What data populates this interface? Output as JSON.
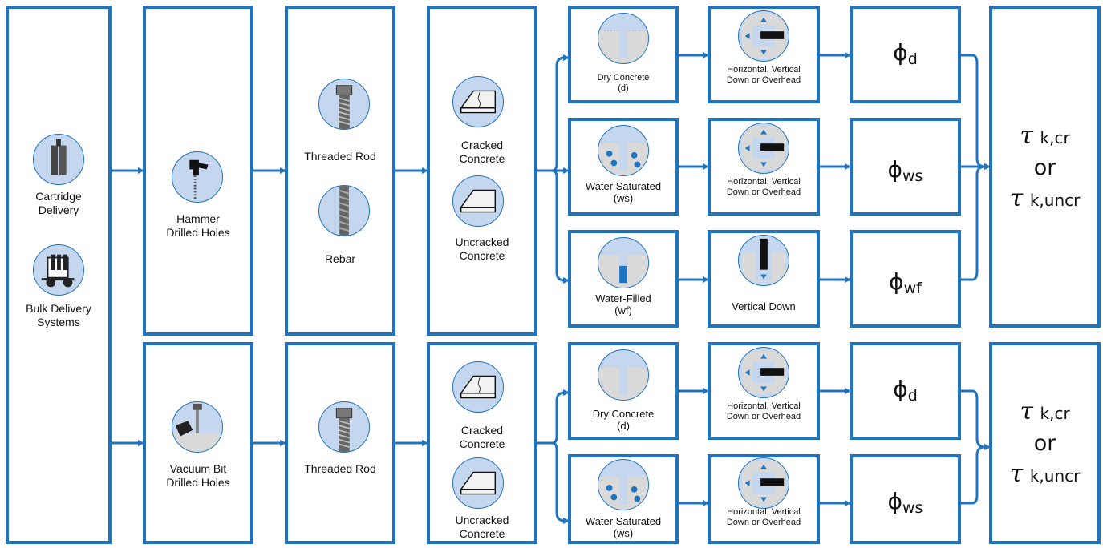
{
  "col1": {
    "cartridge": "Cartridge Delivery",
    "bulk": "Bulk Delivery Systems"
  },
  "top": {
    "drill": "Hammer Drilled Holes",
    "rod": "Threaded Rod",
    "rebar": "Rebar",
    "cracked": "Cracked Concrete",
    "uncracked": "Uncracked Concrete",
    "dry": "Dry Concrete",
    "dry_code": "(d)",
    "ws": "Water Saturated",
    "ws_code": "(ws)",
    "wf": "Water-Filled",
    "wf_code": "(wf)",
    "orient1": "Horizontal, Vertical Down or Overhead",
    "orient2": "Horizontal, Vertical Down or Overhead",
    "orient3": "Vertical Down",
    "phi1": "ϕ",
    "phi1_sub": "d",
    "phi2": "ϕ",
    "phi2_sub": "ws",
    "phi3": "ϕ",
    "phi3_sub": "wf",
    "tau_sym": "τ",
    "tau_sub1": "k,cr",
    "tau_or": "or",
    "tau_sub2": "k,uncr"
  },
  "bottom": {
    "drill": "Vacuum Bit Drilled Holes",
    "rod": "Threaded Rod",
    "cracked": "Cracked Concrete",
    "uncracked": "Uncracked Concrete",
    "dry": "Dry Concrete",
    "dry_code": "(d)",
    "ws": "Water Saturated",
    "ws_code": "(ws)",
    "orient1": "Horizontal, Vertical Down or Overhead",
    "orient2": "Horizontal, Vertical Down or Overhead",
    "phi1": "ϕ",
    "phi1_sub": "d",
    "phi2": "ϕ",
    "phi2_sub": "ws",
    "tau_sym": "τ",
    "tau_sub1": "k,cr",
    "tau_or": "or",
    "tau_sub2": "k,uncr"
  },
  "colors": {
    "accent": "#1f74c0",
    "icon_fill": "#c5d7ee"
  }
}
